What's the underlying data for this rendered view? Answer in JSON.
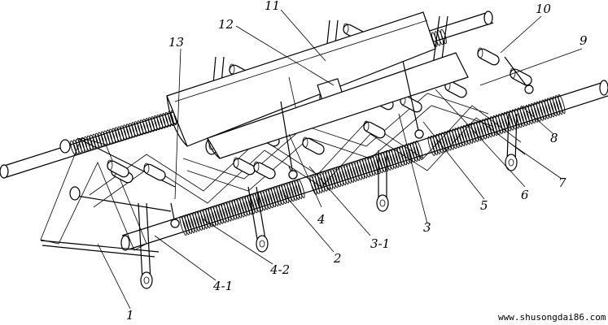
{
  "labels": {
    "l1": "1",
    "l2": "2",
    "l3": "3",
    "l3_1": "3-1",
    "l4": "4",
    "l4_1": "4-1",
    "l4_2": "4-2",
    "l5": "5",
    "l6": "6",
    "l7": "7",
    "l8": "8",
    "l9": "9",
    "l10": "10",
    "l11": "11",
    "l12": "12",
    "l13": "13"
  },
  "watermark": "www.shusongdai86.com"
}
